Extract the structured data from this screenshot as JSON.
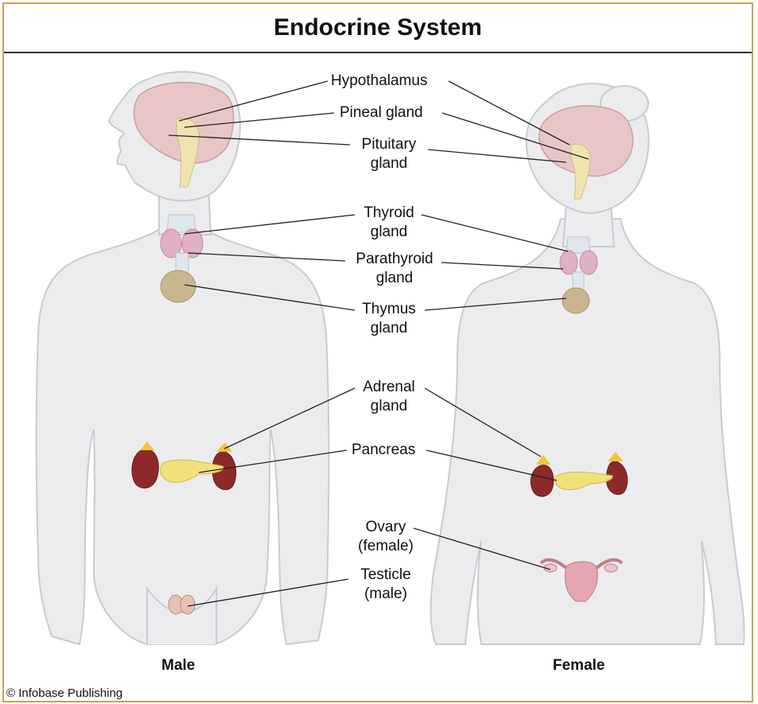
{
  "title": "Endocrine System",
  "labels": {
    "hypothalamus": "Hypothalamus",
    "pineal": "Pineal gland",
    "pituitary_1": "Pituitary",
    "pituitary_2": "gland",
    "thyroid_1": "Thyroid",
    "thyroid_2": "gland",
    "parathyroid_1": "Parathyroid",
    "parathyroid_2": "gland",
    "thymus_1": "Thymus",
    "thymus_2": "gland",
    "adrenal_1": "Adrenal",
    "adrenal_2": "gland",
    "pancreas": "Pancreas",
    "ovary_1": "Ovary",
    "ovary_2": "(female)",
    "testicle_1": "Testicle",
    "testicle_2": "(male)"
  },
  "figures": {
    "male": "Male",
    "female": "Female"
  },
  "credit": "© Infobase Publishing",
  "colors": {
    "border": "#c8a24a",
    "body_fill": "#ececef",
    "body_stroke": "#c9cbd0",
    "brain": "#e8c6c6",
    "kidney": "#8c2a2a",
    "pancreas": "#f2e07a",
    "thymus": "#c9b68e",
    "thyroid": "#e0b0c4",
    "uterus": "#e6a6b0"
  }
}
